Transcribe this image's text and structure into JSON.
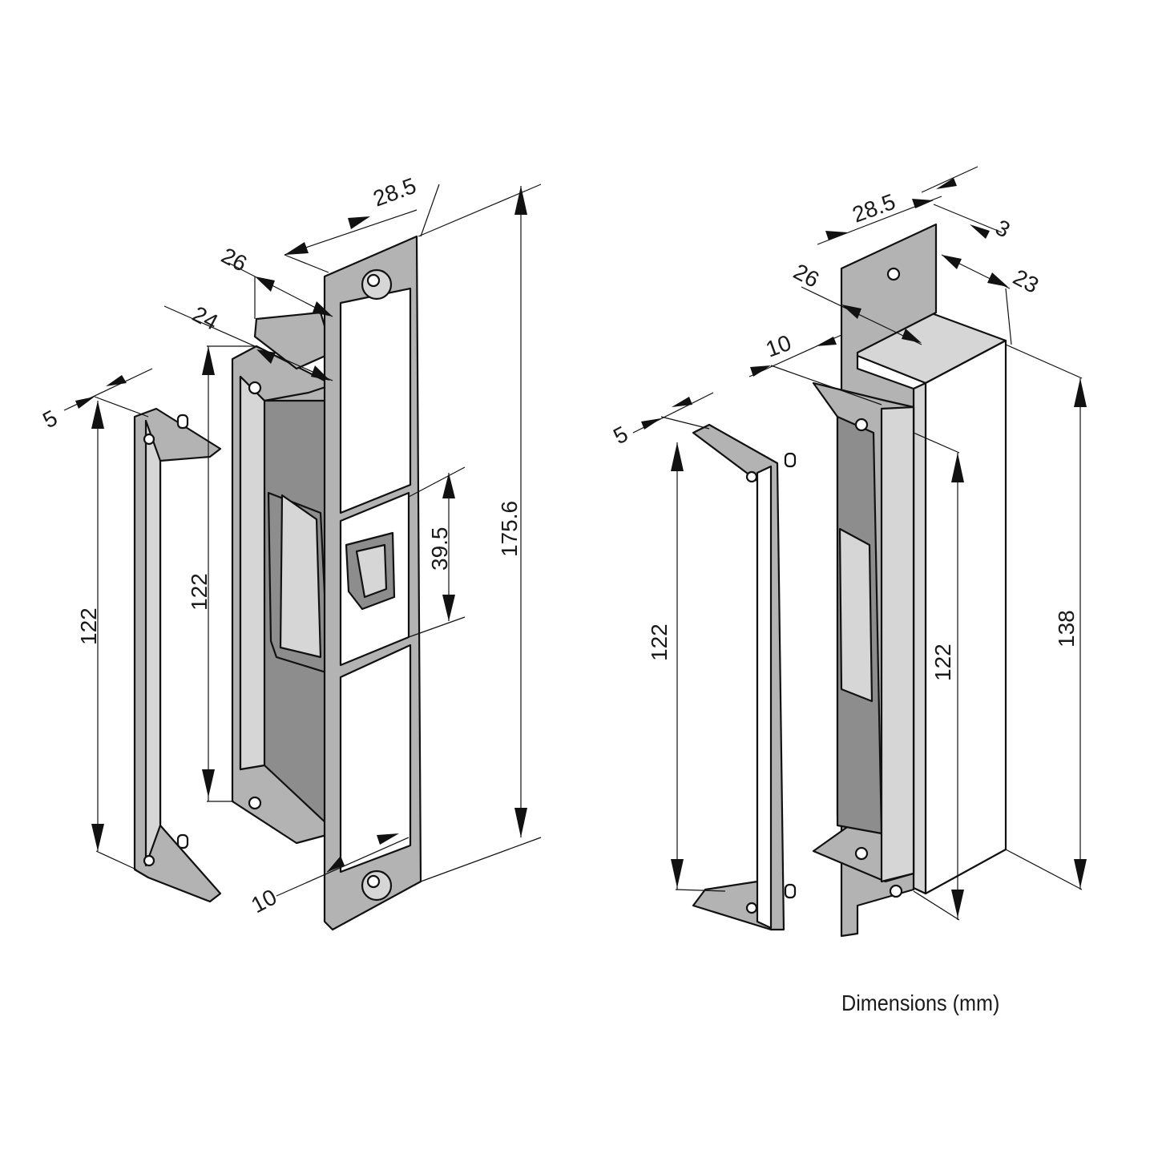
{
  "caption": "Dimensions (mm)",
  "left_view": {
    "dimensions": {
      "width_top": "28.5",
      "depth_26": "26",
      "depth_24": "24",
      "height_total": "175.6",
      "opening": "39.5",
      "body_height": "122",
      "frame_height": "122",
      "frame_thickness": "5",
      "bottom_offset": "10"
    }
  },
  "right_view": {
    "dimensions": {
      "width_top": "28.5",
      "thickness": "3",
      "depth_23": "23",
      "depth_26": "26",
      "offset_10": "10",
      "frame_thickness": "5",
      "frame_height": "122",
      "body_height": "122",
      "height_total": "138"
    }
  },
  "colors": {
    "line": "#111111",
    "metal_dark": "#8d8d8d",
    "metal_mid": "#b3b3b3",
    "metal_light": "#d6d6d6"
  }
}
